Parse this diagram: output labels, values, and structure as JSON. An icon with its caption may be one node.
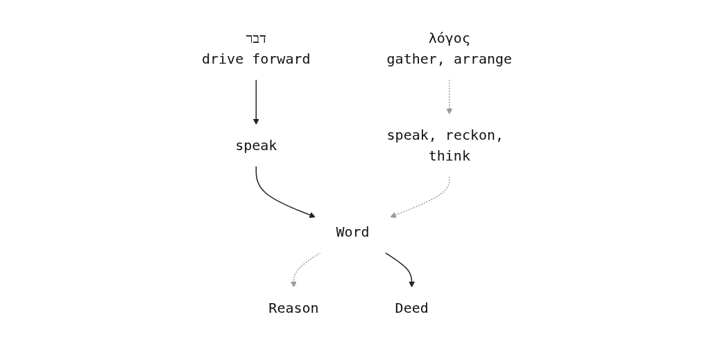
{
  "diagram": {
    "nodes": [
      {
        "text": [
          "דבר",
          "drive forward"
        ]
      },
      {
        "text": [
          "λόγος",
          "gather, arrange"
        ]
      },
      {
        "text": [
          "speak"
        ]
      },
      {
        "text": [
          "speak, reckon, think"
        ]
      },
      {
        "text": [
          "Word"
        ]
      },
      {
        "text": [
          "Reason"
        ]
      },
      {
        "text": [
          "Deed"
        ]
      }
    ],
    "edges": [
      {
        "from": 0,
        "to": 2,
        "arrow": "to"
      },
      {
        "from": 1,
        "to": 3,
        "arrow": "to",
        "style": "dashed",
        "color": "#999999"
      },
      {
        "from": 2,
        "to": 4,
        "arrow": "to"
      },
      {
        "from": 3,
        "to": 4,
        "arrow": "to",
        "style": "dashed",
        "color": "#999999"
      },
      {
        "from": 4,
        "to": 5,
        "arrow": "to",
        "style": "dashed",
        "color": "#999999"
      },
      {
        "from": 4,
        "to": 6,
        "arrow": "to"
      }
    ]
  }
}
